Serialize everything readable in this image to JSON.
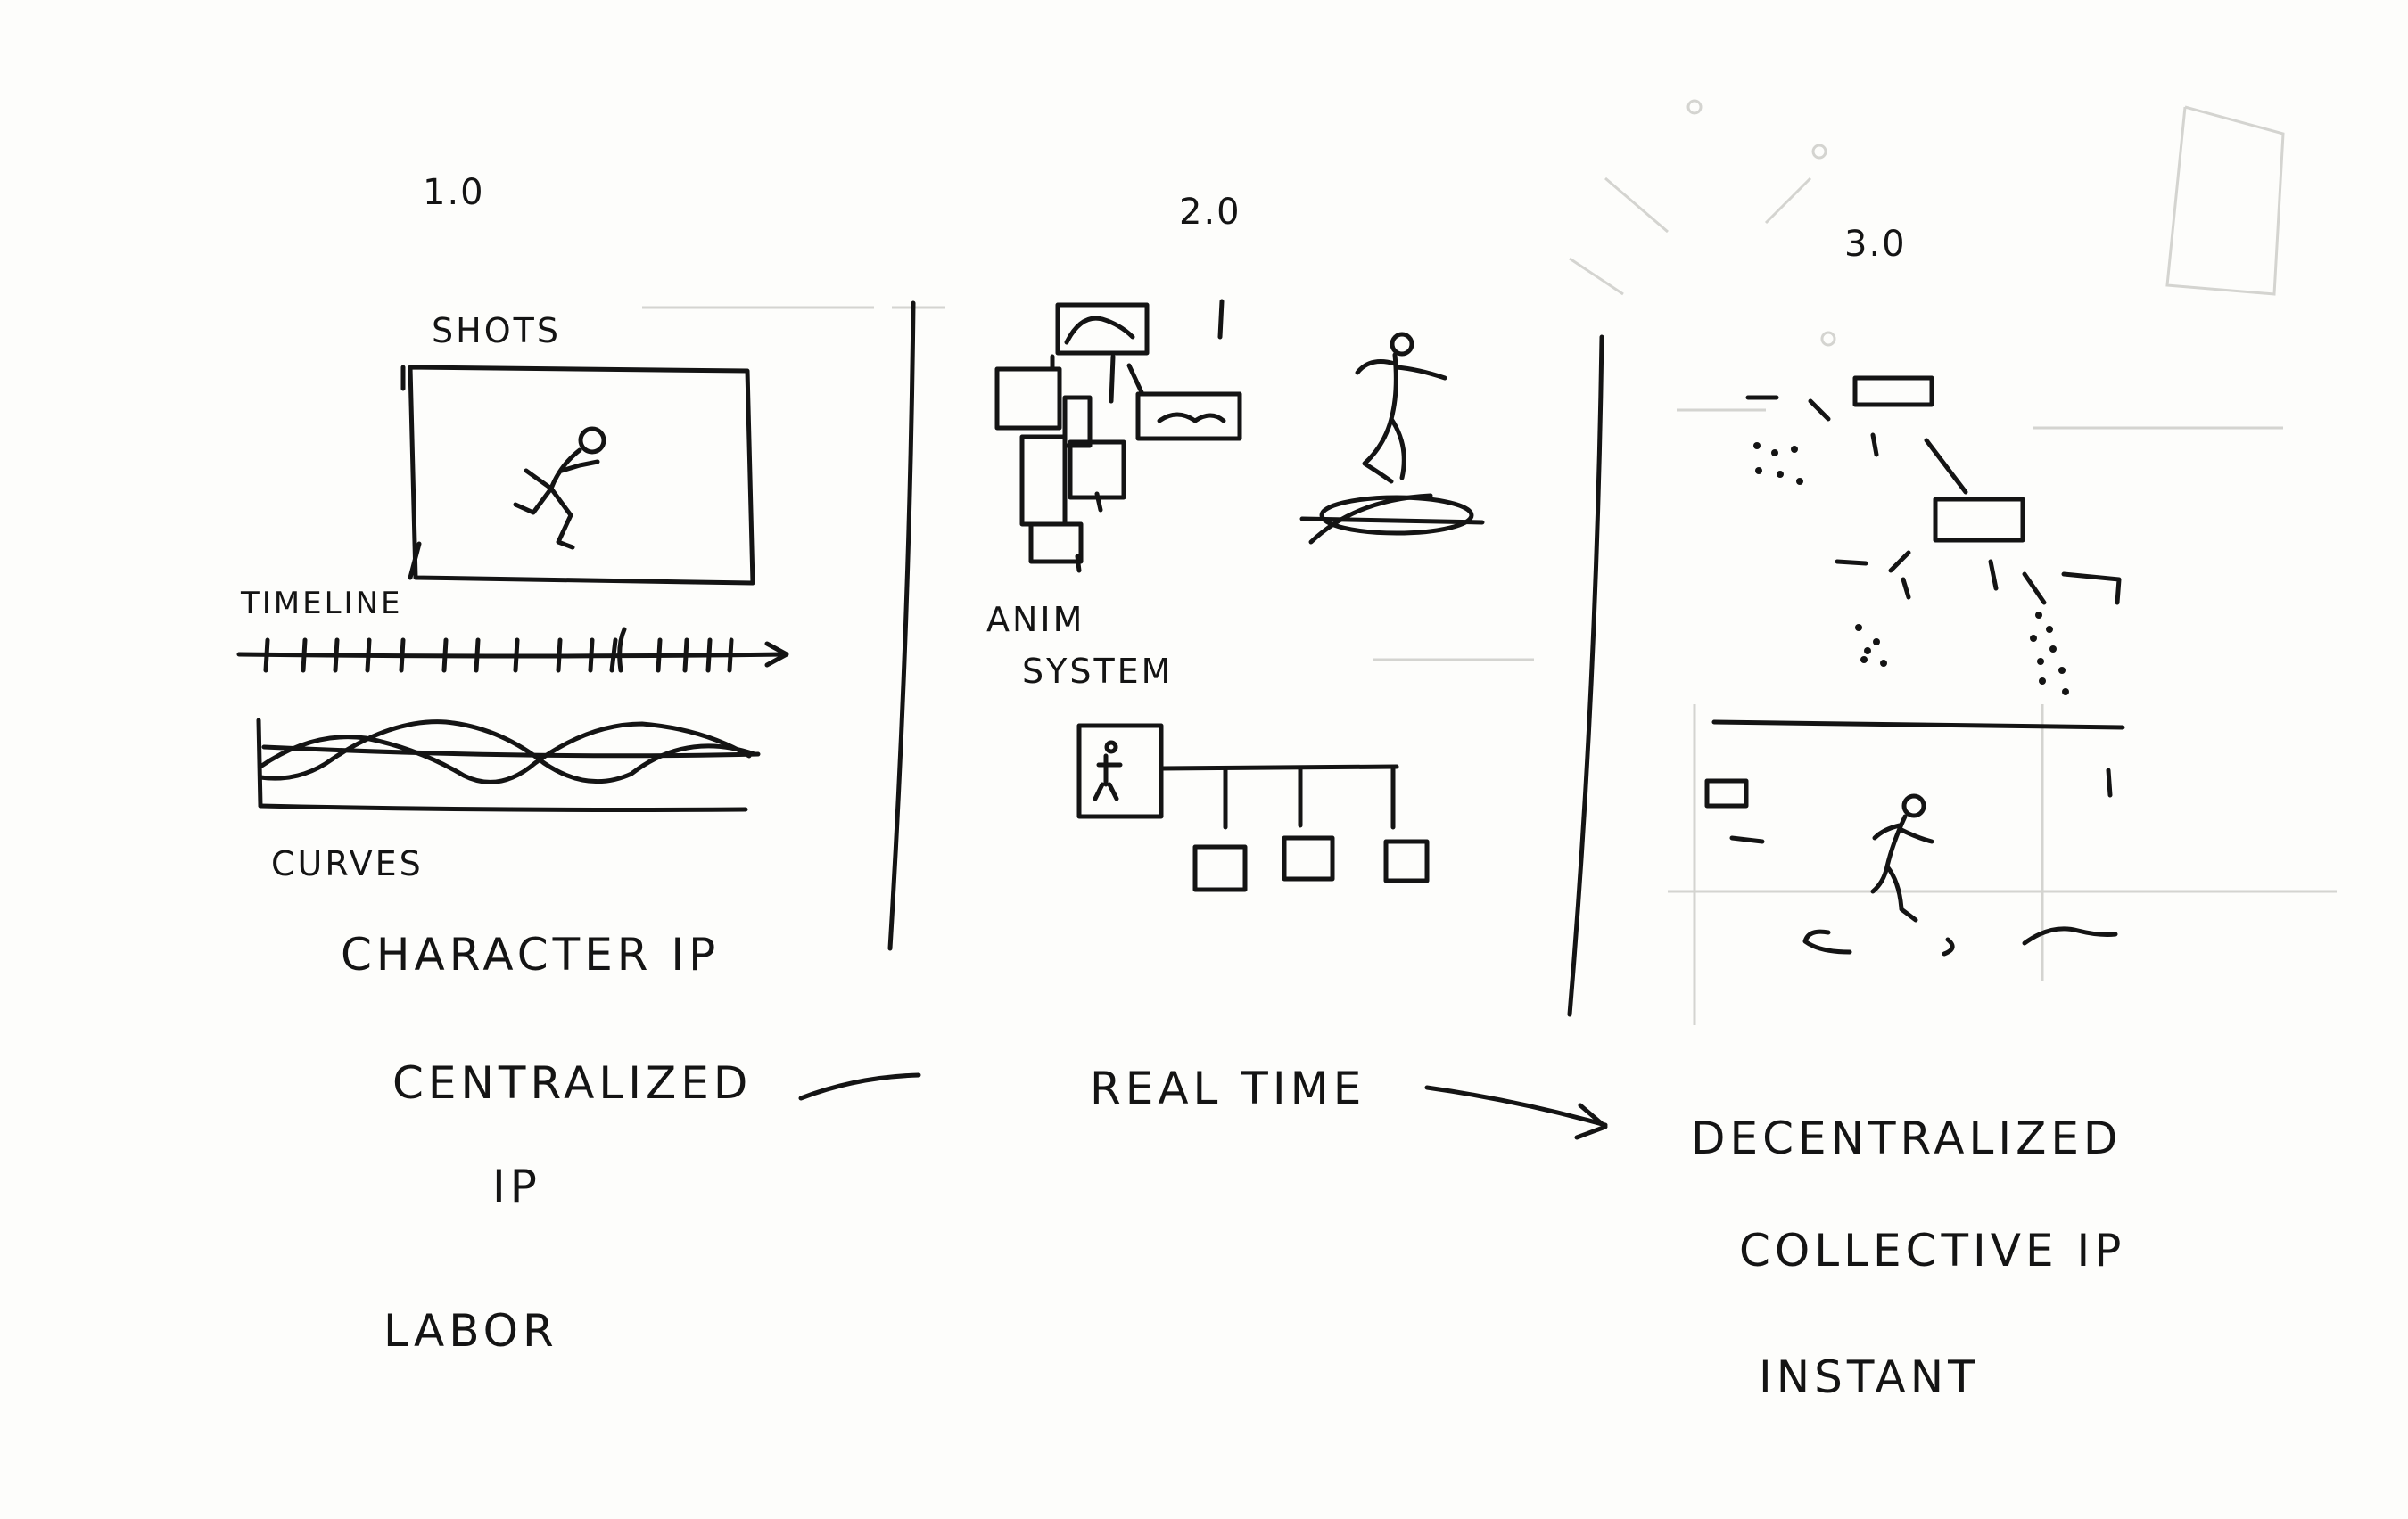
{
  "versions": {
    "v1": "1.0",
    "v2": "2.0",
    "v3": "3.0"
  },
  "panel1": {
    "shots_label": "SHOTS",
    "timeline_label": "TIMELINE",
    "curves_label": "CURVES",
    "character_ip": "CHARACTER IP",
    "centralized": "CENTRALIZED",
    "ip": "IP",
    "labor": "LABOR"
  },
  "panel2": {
    "anim_label": "ANIM",
    "system_label": "SYSTEM",
    "real_time": "REAL TIME"
  },
  "panel3": {
    "decentralized": "DECENTRALIZED",
    "collective_ip": "COLLECTIVE IP",
    "instant": "INSTANT"
  },
  "colors": {
    "ink": "#141414",
    "paper": "#fdfdfb",
    "bleed": "#d4d4d0"
  }
}
